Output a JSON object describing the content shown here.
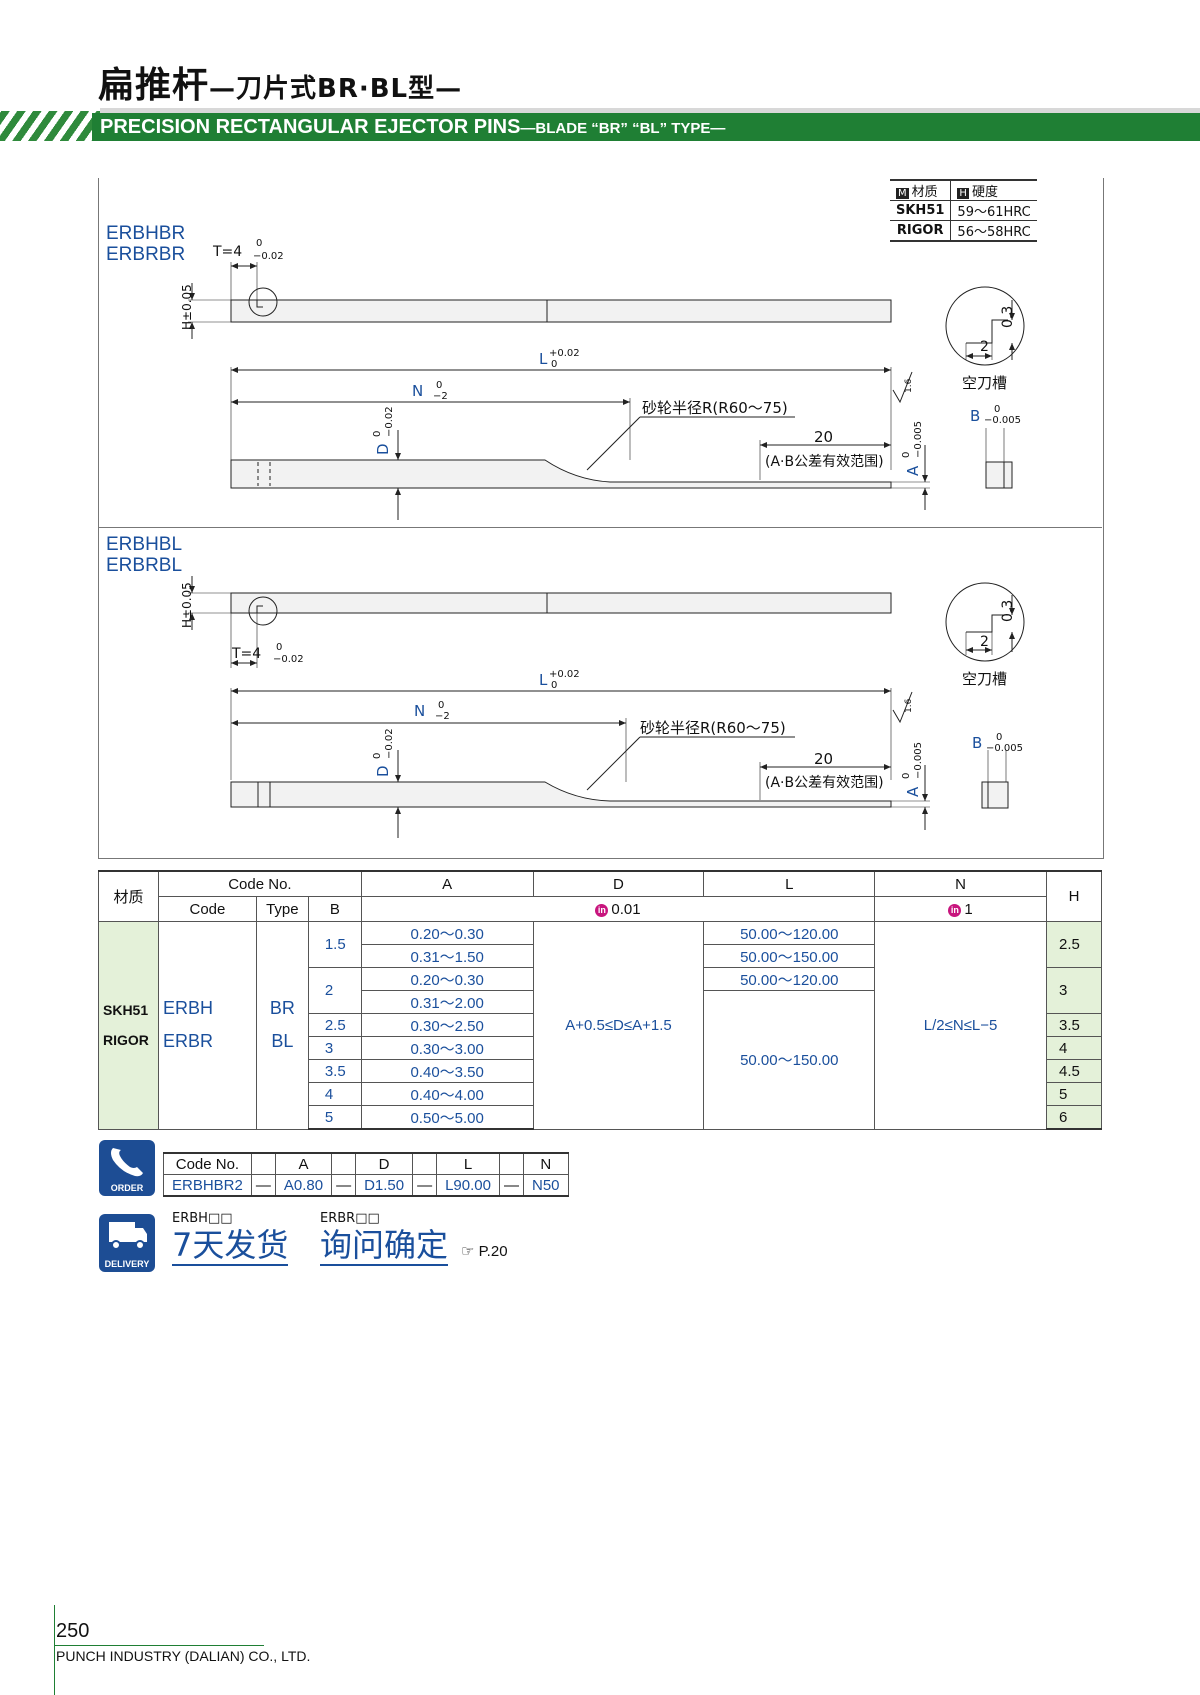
{
  "header": {
    "title_cn": "扁推杆",
    "title_cn_sub": "—刀片式BR·BL型—",
    "title_en": "PRECISION RECTANGULAR EJECTOR PINS",
    "title_en_sub": "—BLADE “BR” “BL” TYPE—"
  },
  "diagram_top": {
    "codes": [
      "ERBHBR",
      "ERBRBR"
    ],
    "t_label": "T=4",
    "h_label": "H±0.05",
    "l_label": "L",
    "n_label": "N",
    "d_label": "D",
    "a_label": "A",
    "b_label": "B",
    "radius_label": "砂轮半径R(R60～75)",
    "twenty": "20",
    "effective_range": "(A·B公差有效范围)",
    "relief_label": "空刀槽",
    "relief_w": "2",
    "relief_d": "0.3",
    "rough": "1.6"
  },
  "diagram_bottom": {
    "codes": [
      "ERBHBL",
      "ERBRBL"
    ],
    "t_label": "T=4",
    "h_label": "H±0.05",
    "l_label": "L",
    "n_label": "N",
    "d_label": "D",
    "a_label": "A",
    "b_label": "B",
    "radius_label": "砂轮半径R(R60～75)",
    "twenty": "20",
    "effective_range": "(A·B公差有效范围)",
    "relief_label": "空刀槽",
    "relief_w": "2",
    "relief_d": "0.3",
    "rough": "1.6"
  },
  "tol": {
    "zero": "0",
    "minus002": "−0.02",
    "minus0005": "−0.005",
    "minus2": "−2",
    "plus002": "+0.02"
  },
  "material_table": {
    "h_mat_icon": "M",
    "h_mat": "材质",
    "h_hard_icon": "H",
    "h_hard": "硬度",
    "rows": [
      {
        "mat": "SKH51",
        "hard": "59～61HRC"
      },
      {
        "mat": "RIGOR",
        "hard": "56～58HRC"
      }
    ]
  },
  "main_table": {
    "headers": {
      "material": "材质",
      "code_no": "Code No.",
      "code": "Code",
      "type": "Type",
      "b": "B",
      "a": "A",
      "d": "D",
      "l": "L",
      "n": "N",
      "h": "H",
      "d_unit": "0.01",
      "n_unit": "1",
      "in_icon": "in"
    },
    "materials": [
      "SKH51",
      "RIGOR"
    ],
    "codes": [
      "ERBH",
      "ERBR"
    ],
    "types": [
      "BR",
      "BL"
    ],
    "d_formula": "A+0.5≤D≤A+1.5",
    "n_formula": "L/2≤N≤L−5",
    "rows": [
      {
        "b": "1.5",
        "a": "0.20～0.30",
        "l": "50.00～120.00",
        "h": "2.5"
      },
      {
        "a": "0.31～1.50",
        "l": "50.00～150.00"
      },
      {
        "b": "2",
        "a": "0.20～0.30",
        "l": "50.00～120.00",
        "h": "3"
      },
      {
        "a": "0.31～2.00"
      },
      {
        "b": "2.5",
        "a": "0.30～2.50",
        "h": "3.5"
      },
      {
        "b": "3",
        "a": "0.30～3.00",
        "h": "4"
      },
      {
        "b": "3.5",
        "a": "0.40～3.50",
        "h": "4.5"
      },
      {
        "b": "4",
        "a": "0.40～4.00",
        "h": "5"
      },
      {
        "b": "5",
        "a": "0.50～5.00",
        "h": "6"
      }
    ],
    "l_merged": "50.00～150.00"
  },
  "order": {
    "icon_label": "ORDER",
    "headers": [
      "Code No.",
      "",
      "A",
      "",
      "D",
      "",
      "L",
      "",
      "N"
    ],
    "values": [
      "ERBHBR2",
      "—",
      "A0.80",
      "—",
      "D1.50",
      "—",
      "L90.00",
      "—",
      "N50"
    ]
  },
  "delivery": {
    "icon_label": "DELIVERY",
    "code1": "ERBH□□",
    "text1": "7天发货",
    "code2": "ERBR□□",
    "text2": "询问确定",
    "ref": "☞ P.20"
  },
  "footer": {
    "page": "250",
    "company": "PUNCH INDUSTRY (DALIAN) CO., LTD."
  }
}
